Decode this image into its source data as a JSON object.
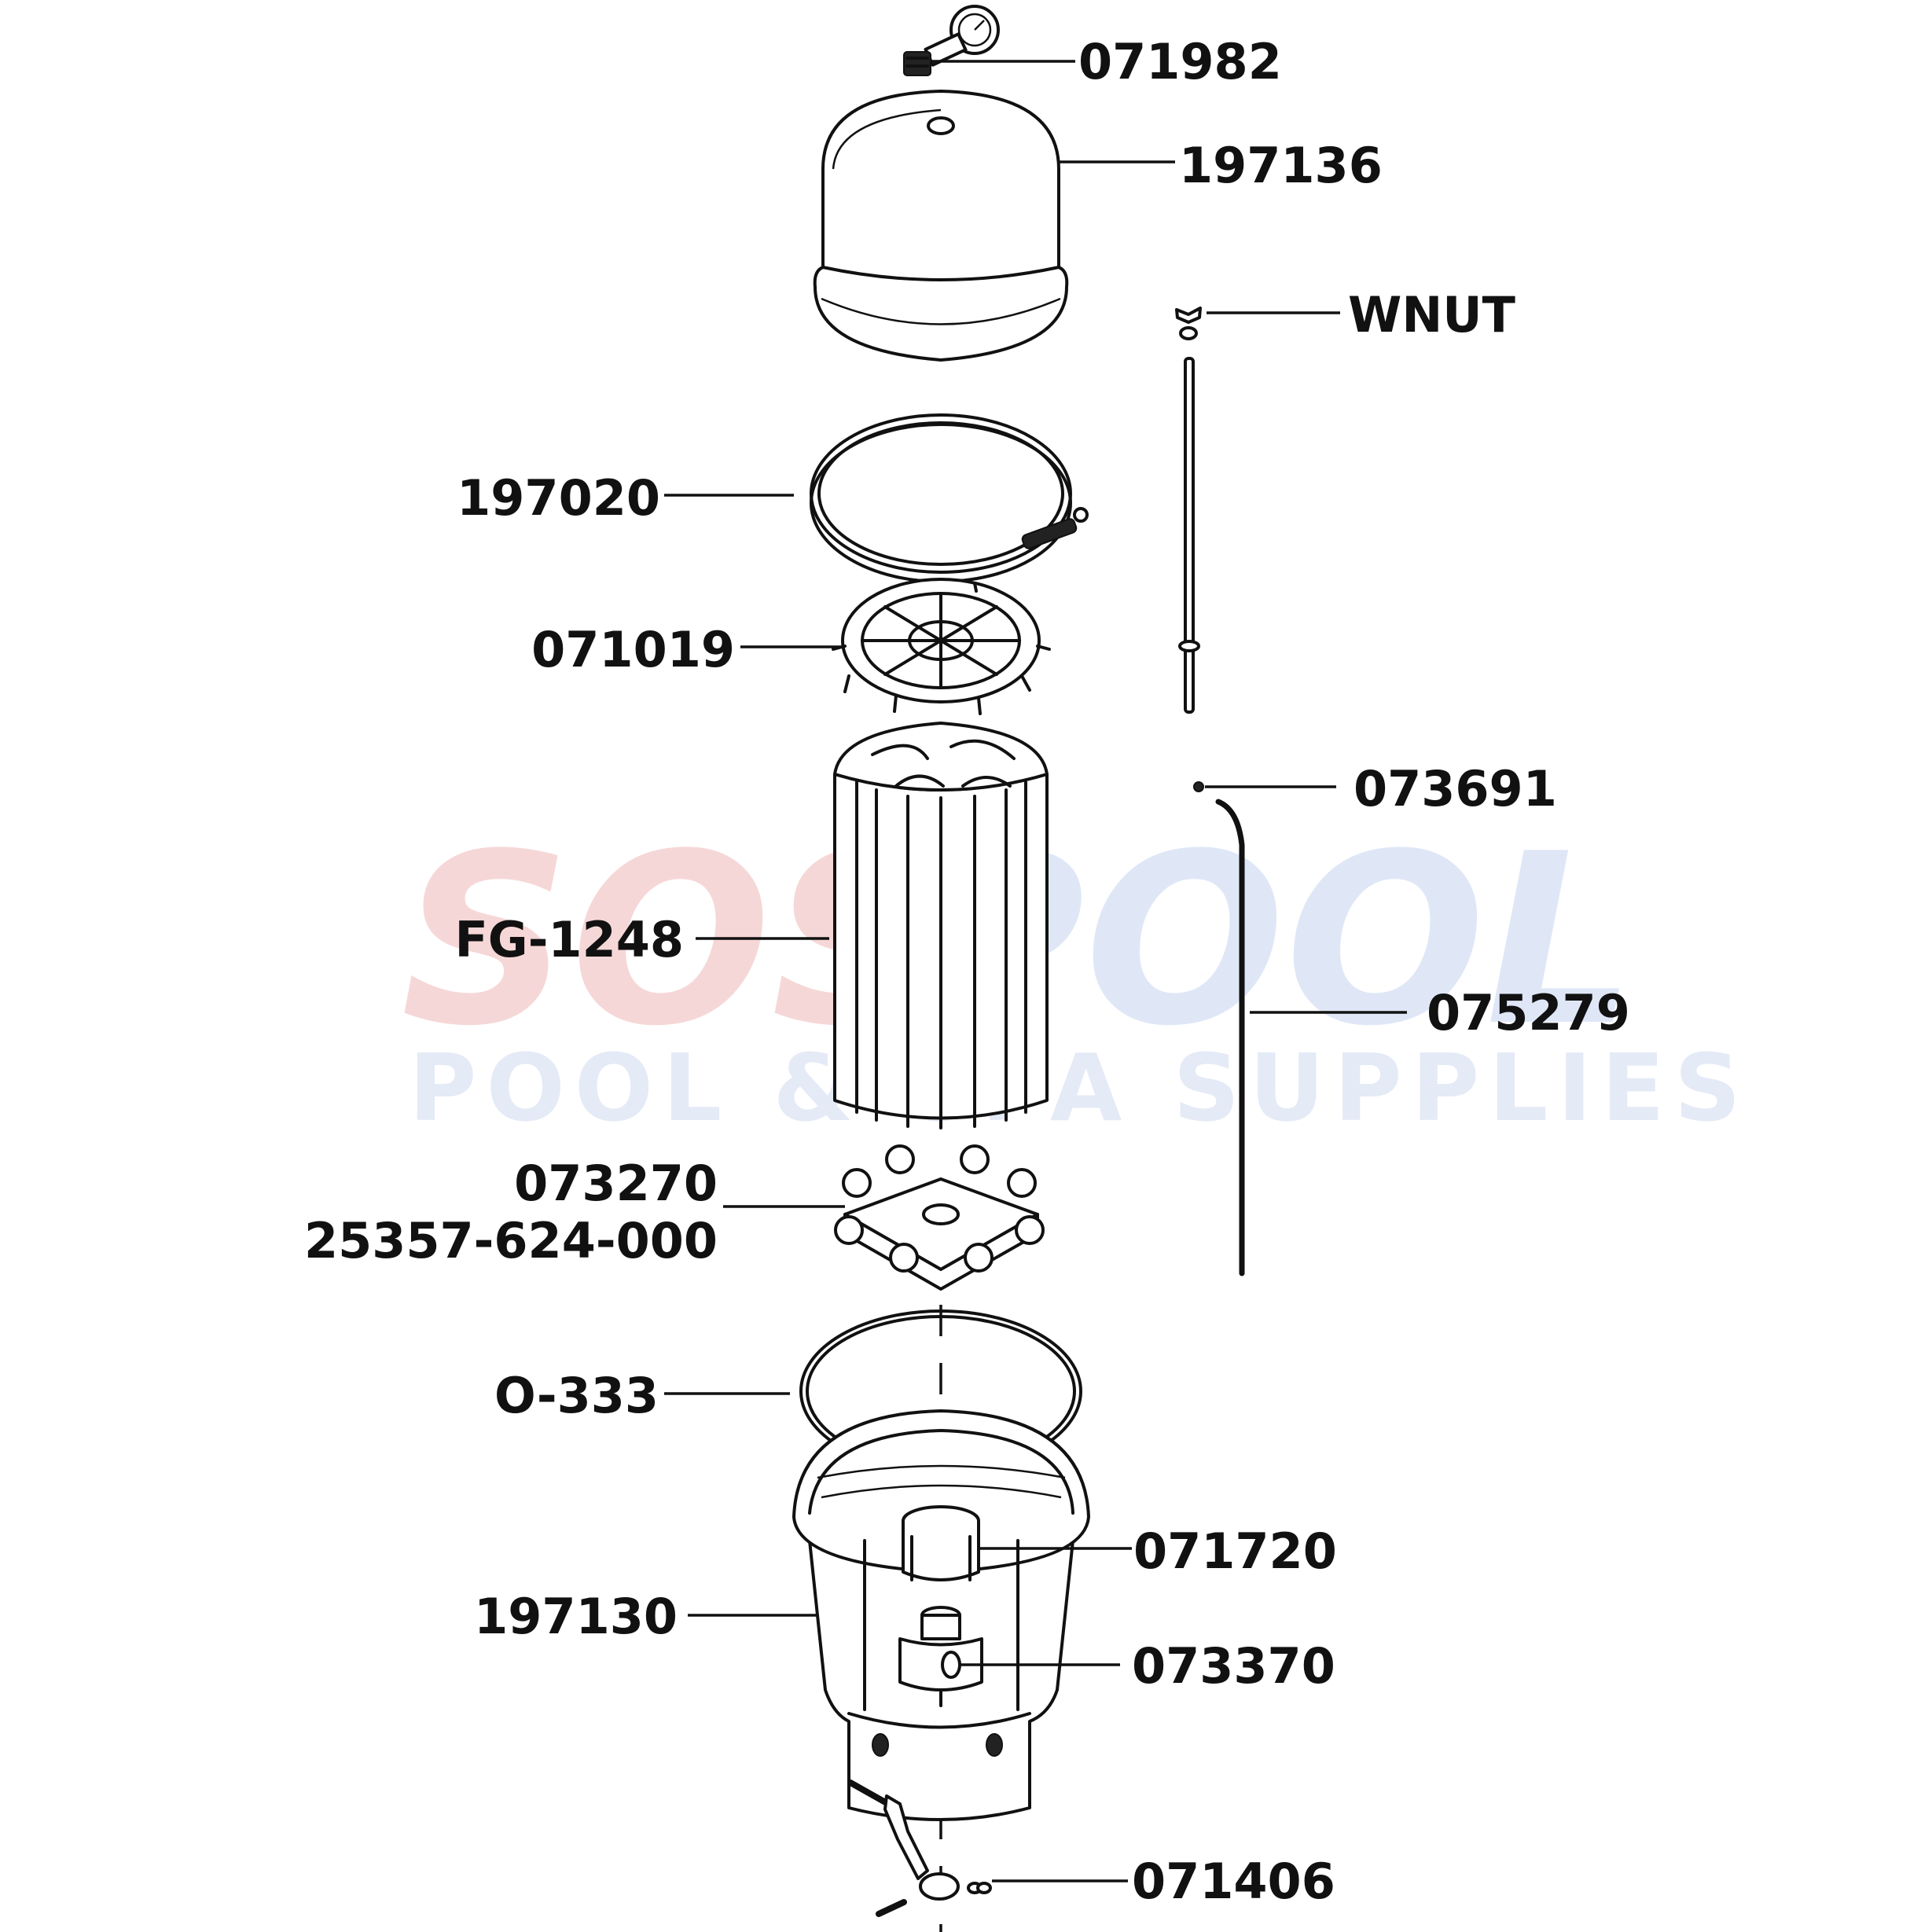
{
  "watermark": {
    "brand_left": "SOS",
    "brand_right": "POOL",
    "tagline": "POOL & SPA SUPPLIES",
    "color_left": "#f6d7d7",
    "color_right": "#dfe7f7",
    "color_tagline": "#e4eaf6"
  },
  "parts": [
    {
      "id": "gauge",
      "label": "071982"
    },
    {
      "id": "lid",
      "label": "197136"
    },
    {
      "id": "wing-nut",
      "label": "WNUT"
    },
    {
      "id": "clamp",
      "label": "197020"
    },
    {
      "id": "top-manifold",
      "label": "071019"
    },
    {
      "id": "ball",
      "label": "073691"
    },
    {
      "id": "grid-assembly",
      "label": "FG-1248"
    },
    {
      "id": "tube",
      "label": "075279"
    },
    {
      "id": "bottom-manifold",
      "label": "073270"
    },
    {
      "id": "bottom-manifold-alt",
      "label": "25357-624-000"
    },
    {
      "id": "o-ring",
      "label": "O-333"
    },
    {
      "id": "standpipe",
      "label": "071720"
    },
    {
      "id": "tank-body",
      "label": "197130"
    },
    {
      "id": "valve",
      "label": "073370"
    },
    {
      "id": "handle",
      "label": "071406"
    }
  ]
}
